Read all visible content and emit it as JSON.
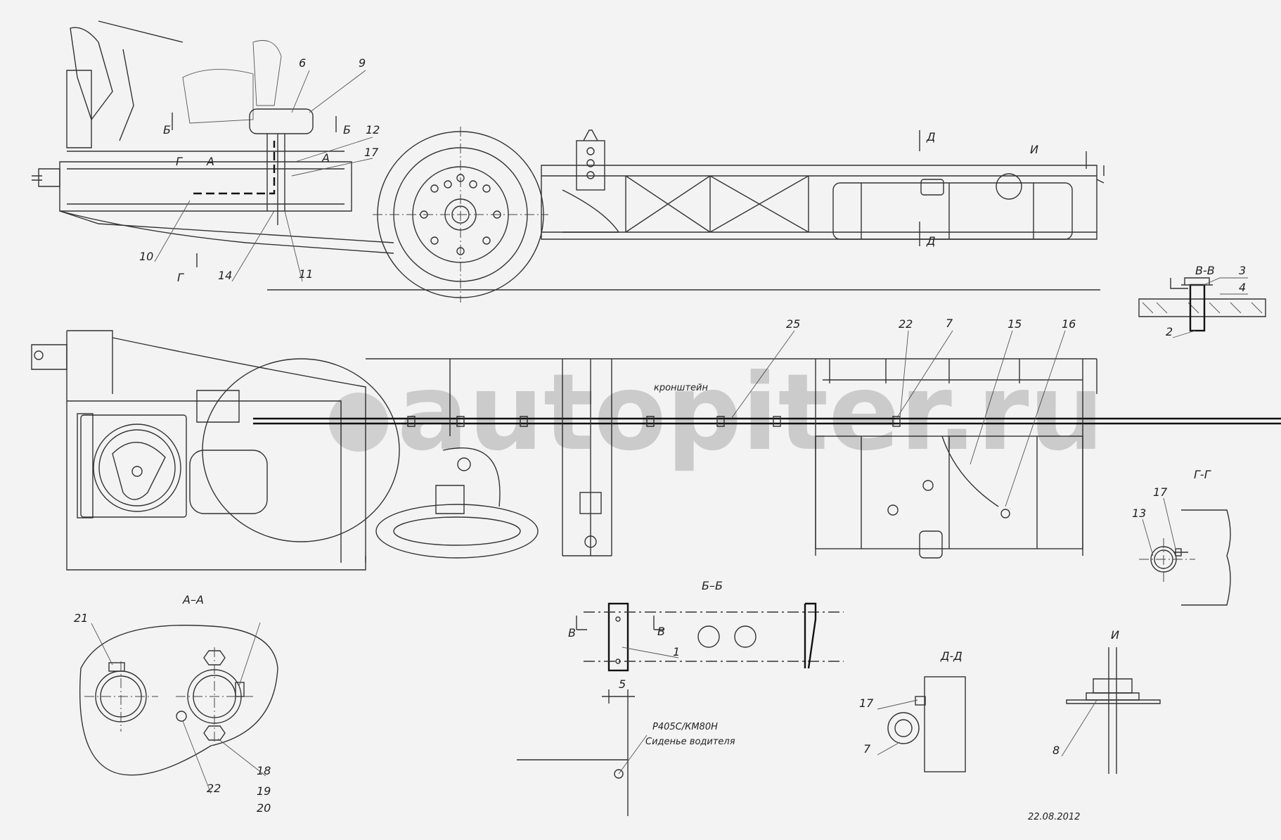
{
  "watermark": "autopiter.ru",
  "date": "22.08.2012",
  "callouts": [
    "1",
    "2",
    "3",
    "4",
    "5",
    "6",
    "7",
    "8",
    "9",
    "10",
    "11",
    "12",
    "13",
    "14",
    "15",
    "16",
    "17",
    "18",
    "19",
    "20",
    "21",
    "22",
    "25"
  ],
  "section_marks": {
    "b": "Б",
    "g": "Г",
    "a": "А",
    "d": "Д",
    "i": "И",
    "v": "В"
  },
  "views": {
    "aa": "А–А",
    "bb": "Б–Б",
    "vv": "В-В",
    "gg": "Г-Г",
    "dd": "Д-Д",
    "i": "И"
  },
  "notes": {
    "bracket": "кронштейн",
    "seat_code": "Р405С/КМ80Н",
    "seat_name": "Сиденье водителя"
  }
}
